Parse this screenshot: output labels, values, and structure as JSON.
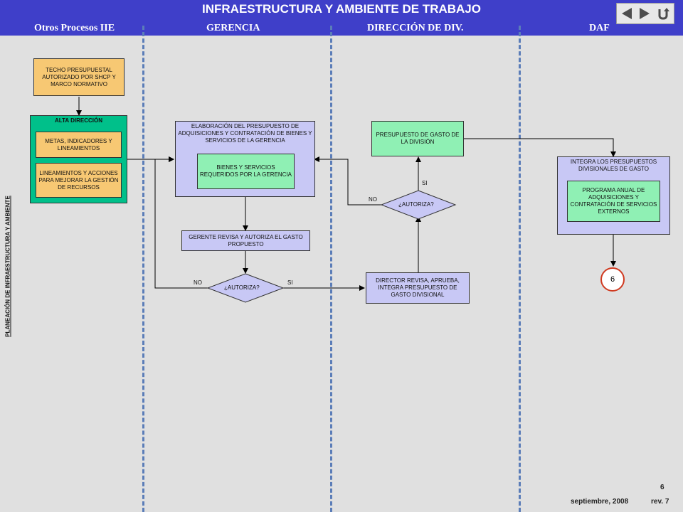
{
  "header": {
    "title": "INFRAESTRUCTURA Y AMBIENTE DE TRABAJO",
    "columns": [
      "Otros Procesos IIE",
      "GERENCIA",
      "DIRECCIÓN DE DIV.",
      "DAF"
    ],
    "nav": {
      "prev_icon": "back-arrow-icon",
      "next_icon": "forward-arrow-icon",
      "return_icon": "return-icon"
    }
  },
  "side_label": "PLANEACIÓN DE INFRAESTRUCTURA Y AMBIENTE",
  "nodes": {
    "techo": "TECHO PRESUPUESTAL AUTORIZADO POR SHCP Y MARCO NORMATIVO",
    "alta": "ALTA DIRECCIÓN",
    "metas": "METAS, INDICADORES Y LINEAMIENTOS",
    "lineamientos": "LINEAMIENTOS Y ACCIONES PARA MEJORAR LA GESTIÓN DE RECURSOS",
    "elaboracion": "ELABORACIÓN DEL PRESUPUESTO DE ADQUISICIONES Y CONTRATACIÓN DE BIENES Y SERVICIOS DE LA GERENCIA",
    "bienes": "BIENES Y SERVICIOS REQUERIDOS POR LA GERENCIA",
    "gerente": "GERENTE REVISA Y AUTORIZA EL GASTO PROPUESTO",
    "autoriza1": "¿AUTORIZA?",
    "director": "DIRECTOR REVISA, APRUEBA, INTEGRA PRESUPUESTO DE GASTO DIVISIONAL",
    "autoriza2": "¿AUTORIZA?",
    "presupuesto": "PRESUPUESTO DE GASTO DE LA DIVISIÓN",
    "integra": "INTEGRA LOS PRESUPUESTOS DIVISIONALES DE GASTO",
    "programa": "PROGRAMA ANUAL DE ADQUISICIONES Y CONTRATACIÓN DE SERVICIOS EXTERNOS",
    "connector": "6"
  },
  "edge_labels": {
    "no1": "NO",
    "si1": "SI",
    "no2": "NO",
    "si2": "SI"
  },
  "footer": {
    "page": "6",
    "date": "septiembre, 2008",
    "rev": "rev. 7"
  },
  "colors": {
    "header": "#3f3fc9",
    "lane": "#5b7db8",
    "orange": "#f7c873",
    "green": "#00c08a",
    "light_green": "#8ff0b4",
    "lavender": "#c8c8f5",
    "connector_border": "#d03a20"
  }
}
